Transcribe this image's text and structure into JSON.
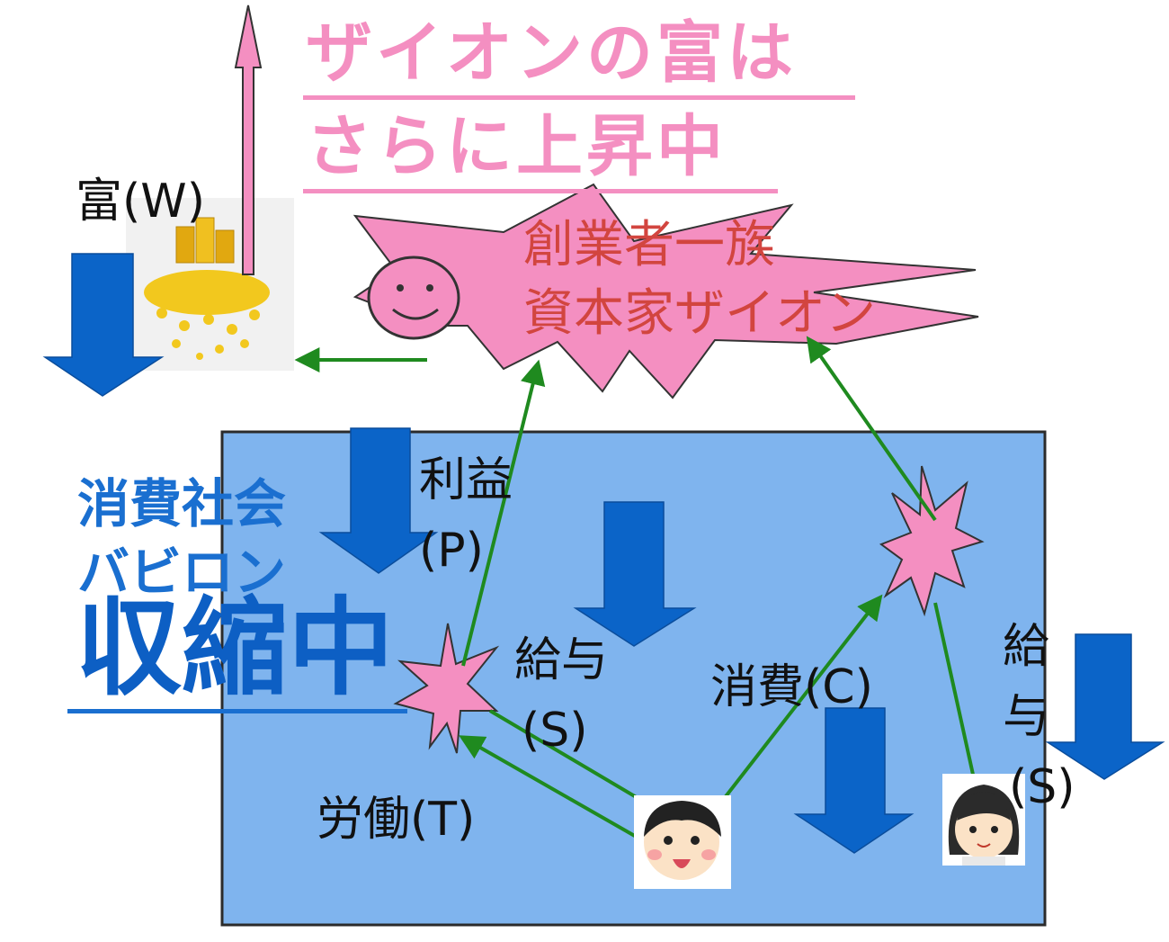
{
  "headline": {
    "line1": "ザイオンの富は",
    "line2": "さらに上昇中"
  },
  "wealth_label": "富(W)",
  "founder_label": {
    "line1": "創業者一族",
    "line2": "資本家ザイオン"
  },
  "society_label": {
    "line1": "消費社会",
    "line2": "バビロン"
  },
  "status_label": "収縮中",
  "flows": {
    "profit": {
      "line1": "利益",
      "line2": "(P)"
    },
    "salary_left": {
      "line1": "給与",
      "line2": "(S)"
    },
    "consumption": "消費(C)",
    "labor": "労働(T)",
    "salary_right": {
      "line1": "給",
      "line2": "与",
      "line3": "(S)"
    }
  },
  "colors": {
    "pink": "#f48fc1",
    "panel_blue": "#7fb4ee",
    "arrow_blue": "#0b64c8",
    "flow_green": "#1f8a1f",
    "founder_text": "#d2453f",
    "society_text": "#1a6fd0"
  },
  "icons": [
    "gold-coins-icon",
    "smiley-face-icon",
    "boy-worker-icon",
    "woman-worker-icon"
  ]
}
